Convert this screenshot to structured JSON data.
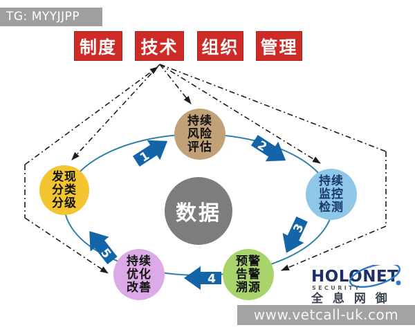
{
  "banner": {
    "tg_label": "TG: MYYJJPP"
  },
  "footer": {
    "website": "www.vetcall-uk.com"
  },
  "pillars": [
    {
      "label": "制度"
    },
    {
      "label": "技术"
    },
    {
      "label": "组织"
    },
    {
      "label": "管理"
    }
  ],
  "diagram": {
    "center_label": "数据",
    "nodes": [
      {
        "id": "discover-classify-grade",
        "line1": "发现",
        "line2": "分类",
        "line3": "分级",
        "color": "#f2c531"
      },
      {
        "id": "continuous-risk-assessment",
        "line1": "持续",
        "line2": "风险",
        "line3": "评估",
        "color": "#c2a179"
      },
      {
        "id": "continuous-monitor-detect",
        "line1": "持续",
        "line2": "监控",
        "line3": "检测",
        "color": "#8fc7e9"
      },
      {
        "id": "warn-alert-traceback",
        "line1": "预警",
        "line2": "告警",
        "line3": "溯源",
        "color": "#a9d46c"
      },
      {
        "id": "continuous-optimize-improve",
        "line1": "持续",
        "line2": "优化",
        "line3": "改善",
        "color": "#dcaae6"
      }
    ],
    "steps": [
      "1",
      "2",
      "3",
      "4",
      "5"
    ]
  },
  "logo": {
    "name": "HOLONET",
    "subtitle": "SECURITY",
    "chinese": "全 息 网 御"
  },
  "colors": {
    "pillar_red": "#ce2b26",
    "banner_gray": "#9f9f9f",
    "footer_gray": "#a3a3a3",
    "step_arrow_blue": "#1465a8",
    "ellipse_teal": "#2e7fa9",
    "center_gray": "#7d7d7d",
    "dashed_line_black": "#1c1c1c",
    "logo_navy": "#1c2f69"
  }
}
